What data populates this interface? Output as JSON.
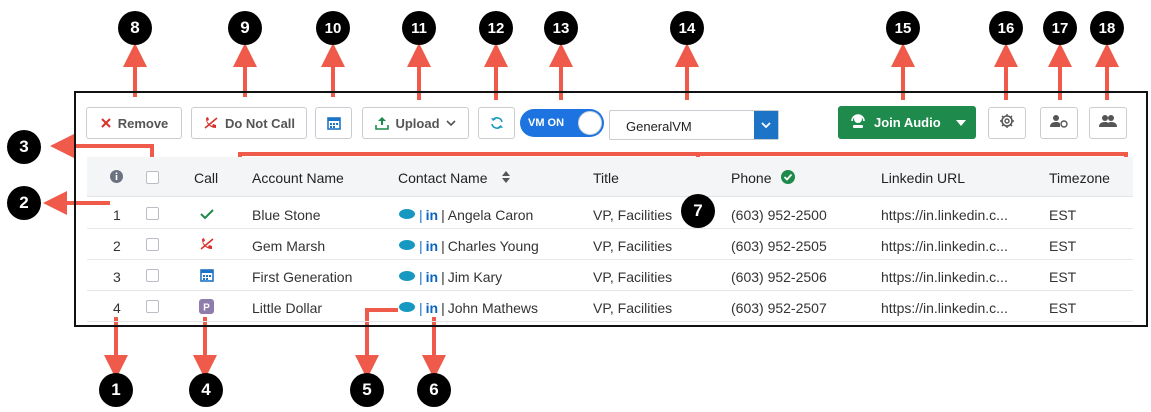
{
  "toolbar": {
    "remove_label": "Remove",
    "dnc_label": "Do Not Call",
    "upload_label": "Upload",
    "vm_toggle_label": "VM ON",
    "vm_select_value": "GeneralVM",
    "join_label": "Join Audio"
  },
  "table": {
    "headers": {
      "call": "Call",
      "account": "Account Name",
      "contact": "Contact Name",
      "title": "Title",
      "phone": "Phone",
      "linkedin": "Linkedin URL",
      "timezone": "Timezone"
    },
    "rows": [
      {
        "num": "1",
        "call_status": "check-icon",
        "account": "Blue Stone",
        "contact": "Angela Caron",
        "title": "VP, Facilities",
        "phone": "(603) 952-2500",
        "linkedin": "https://in.linkedin.c...",
        "timezone": "EST"
      },
      {
        "num": "2",
        "call_status": "do-not-call-icon",
        "account": "Gem Marsh",
        "contact": "Charles Young",
        "title": "VP, Facilities",
        "phone": "(603) 952-2505",
        "linkedin": "https://in.linkedin.c...",
        "timezone": "EST"
      },
      {
        "num": "3",
        "call_status": "calendar-icon",
        "account": "First Generation",
        "contact": "Jim Kary",
        "title": "VP, Facilities",
        "phone": "(603) 952-2506",
        "linkedin": "https://in.linkedin.c...",
        "timezone": "EST"
      },
      {
        "num": "4",
        "call_status": "parked-icon",
        "account": "Little Dollar",
        "contact": "John Mathews",
        "title": "VP, Facilities",
        "phone": "(603) 952-2507",
        "linkedin": "https://in.linkedin.c...",
        "timezone": "EST"
      }
    ]
  },
  "markers": [
    "1",
    "2",
    "3",
    "4",
    "5",
    "6",
    "7",
    "8",
    "9",
    "10",
    "11",
    "12",
    "13",
    "14",
    "15",
    "16",
    "17",
    "18"
  ],
  "colors": {
    "annotation_arrow": "#f05a4a",
    "toggle_blue": "#1d74e0",
    "join_green": "#1e8a4c",
    "danger_red": "#d9312b",
    "linkedin_blue": "#0a66c2",
    "salesforce_blue": "#1798c1"
  }
}
